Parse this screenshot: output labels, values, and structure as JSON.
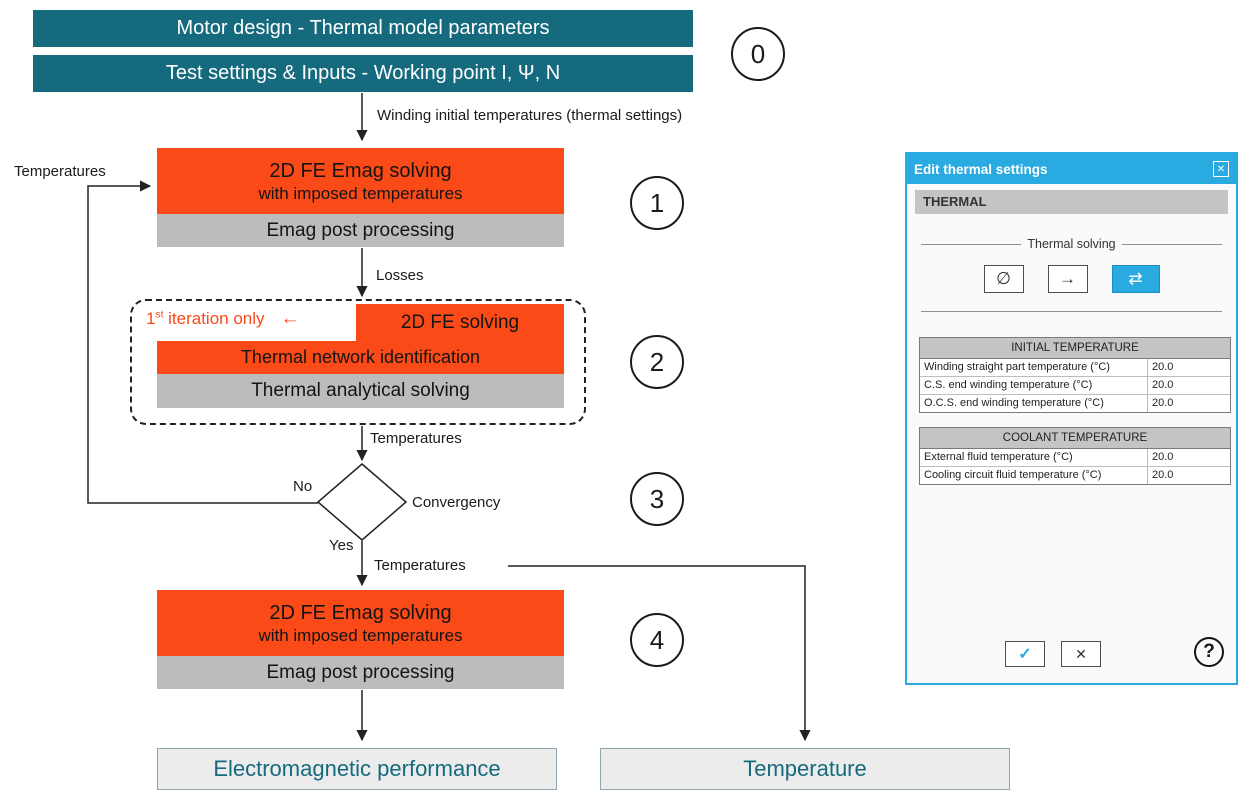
{
  "colors": {
    "teal": "#166a7e",
    "orange": "#fa4a18",
    "gray_block": "#bcbcbc",
    "dialog_accent": "#29abe2"
  },
  "flow": {
    "inputs": {
      "bar1": "Motor design - Thermal model parameters",
      "bar2": "Test settings & Inputs - Working point I, Ψ, N",
      "badge": "0"
    },
    "arrow_initial_label": "Winding initial temperatures (thermal settings)",
    "feedback_label": "Temperatures",
    "step1": {
      "badge": "1",
      "title": "2D FE Emag solving",
      "subtitle": "with imposed temperatures",
      "post": "Emag post processing"
    },
    "losses_label": "Losses",
    "step2": {
      "badge": "2",
      "note_prefix": "1",
      "note_sup": "st",
      "note_rest": " iteration only",
      "note_arrow": "←",
      "solving": "2D FE solving",
      "identification": "Thermal network identification",
      "analytical": "Thermal analytical solving"
    },
    "temperatures_label_mid": "Temperatures",
    "decision": {
      "badge": "3",
      "no": "No",
      "label": "Convergency",
      "yes": "Yes"
    },
    "temperatures_label_out": "Temperatures",
    "step4": {
      "badge": "4",
      "title": "2D FE Emag solving",
      "subtitle": "with imposed temperatures",
      "post": "Emag post processing"
    },
    "outputs": {
      "emag": "Electromagnetic performance",
      "temperature": "Temperature"
    }
  },
  "dialog": {
    "title": "Edit thermal settings",
    "close_glyph": "✕",
    "section": "THERMAL",
    "group_label": "Thermal solving",
    "solver_buttons": [
      {
        "name": "no-thermal-solving",
        "glyph": "∅",
        "selected": false
      },
      {
        "name": "one-way-solving",
        "glyph": "→",
        "selected": false
      },
      {
        "name": "iterative-solving",
        "glyph": "⇄",
        "selected": true
      }
    ],
    "tables": [
      {
        "header": "INITIAL TEMPERATURE",
        "rows": [
          {
            "label": "Winding straight part temperature (°C)",
            "value": "20.0"
          },
          {
            "label": "C.S. end winding temperature (°C)",
            "value": "20.0"
          },
          {
            "label": "O.C.S. end winding temperature (°C)",
            "value": "20.0"
          }
        ]
      },
      {
        "header": "COOLANT TEMPERATURE",
        "rows": [
          {
            "label": "External fluid temperature (°C)",
            "value": "20.0"
          },
          {
            "label": "Cooling circuit fluid temperature (°C)",
            "value": "20.0"
          }
        ]
      }
    ],
    "ok_glyph": "✓",
    "cancel_glyph": "✕",
    "help_glyph": "?"
  }
}
